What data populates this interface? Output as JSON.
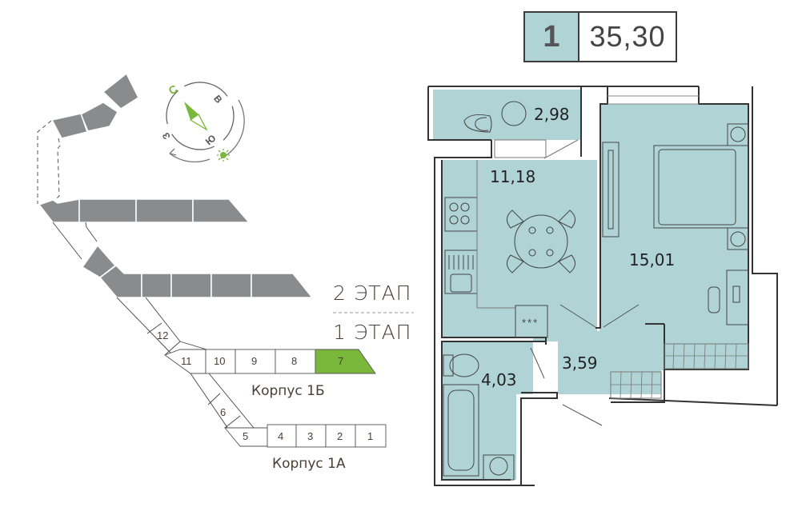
{
  "header": {
    "rooms": "1",
    "total_area": "35,30",
    "rooms_color": "#b0d4d6"
  },
  "compass": {
    "north": "С",
    "east": "В",
    "south": "Ю",
    "west": "З",
    "accent_color": "#79b83a",
    "sun_icon": "sun-icon",
    "arrow_icon": "rotation-arrow-icon"
  },
  "site_plan": {
    "stage_2_label": "2 ЭТАП",
    "stage_1_label": "1 ЭТАП",
    "building_color": "#8a8b8c",
    "selected_color": "#79b83a",
    "korpus_1b": {
      "label": "Корпус 1Б",
      "sections": [
        "12",
        "11",
        "10",
        "9",
        "8",
        "7"
      ],
      "selected_section": "7"
    },
    "korpus_1a": {
      "label": "Корпус 1А",
      "sections": [
        "6",
        "5",
        "4",
        "3",
        "2",
        "1"
      ]
    }
  },
  "floor_plan": {
    "room_color": "#b0d4d6",
    "wall_color": "#333333",
    "rooms": [
      {
        "name": "balcony",
        "area": "2,98"
      },
      {
        "name": "kitchen",
        "area": "11,18"
      },
      {
        "name": "bedroom",
        "area": "15,01"
      },
      {
        "name": "hallway",
        "area": "3,59"
      },
      {
        "name": "bathroom",
        "area": "4,03"
      }
    ],
    "kitchen_cabinet_label": "***"
  }
}
